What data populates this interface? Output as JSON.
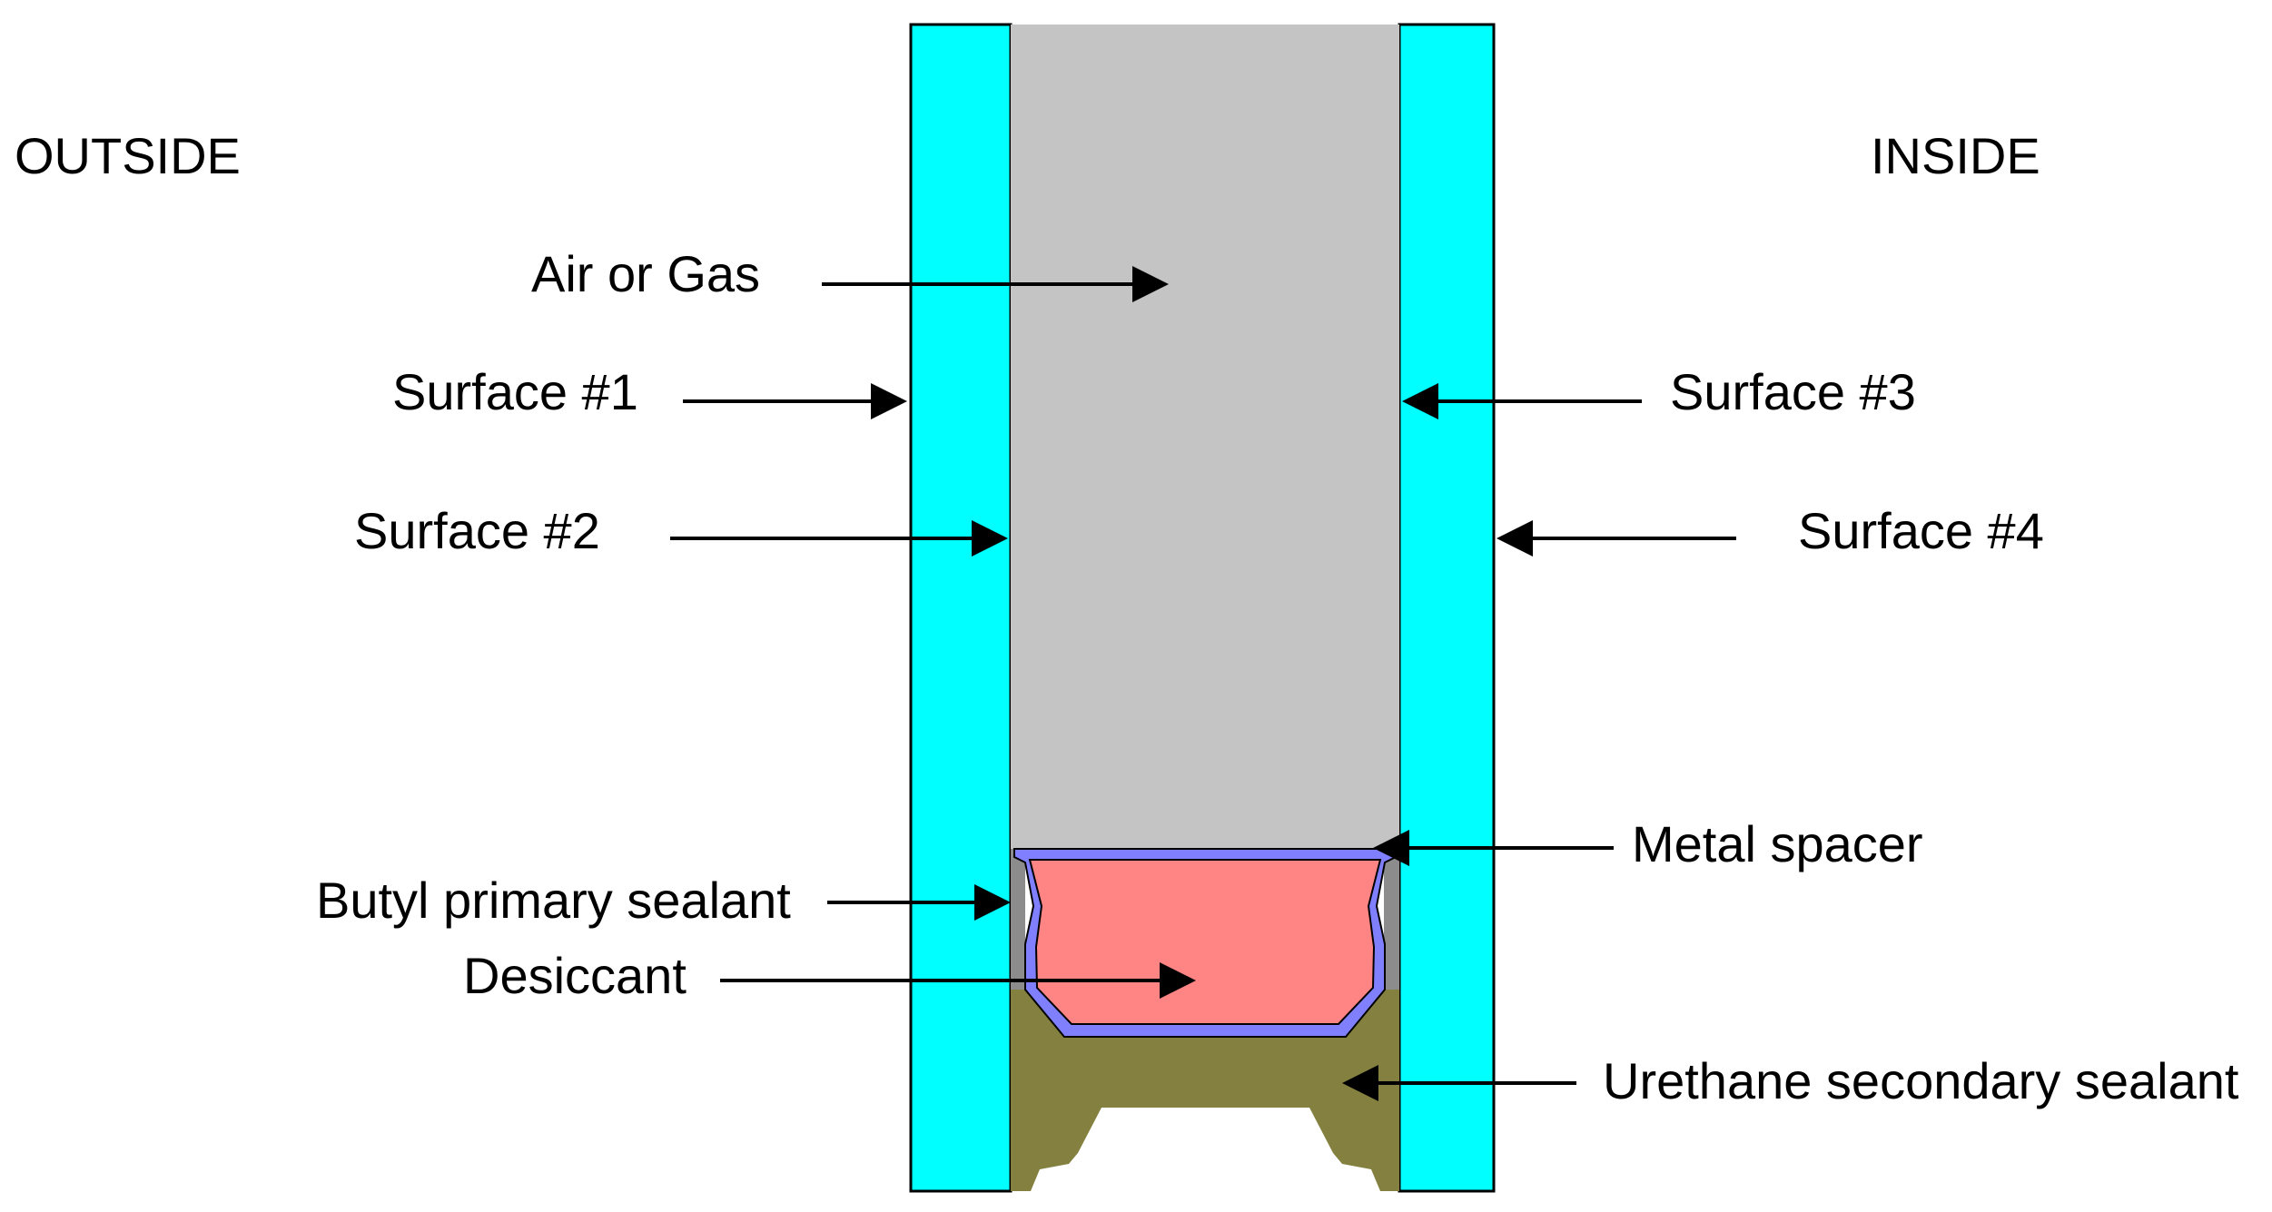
{
  "labels": {
    "outside": "OUTSIDE",
    "inside": "INSIDE",
    "air_or_gas": "Air or Gas",
    "surface_1": "Surface #1",
    "surface_2": "Surface #2",
    "surface_3": "Surface #3",
    "surface_4": "Surface #4",
    "metal_spacer": "Metal spacer",
    "butyl_primary_sealant": "Butyl primary sealant",
    "desiccant": "Desiccant",
    "urethane_secondary_sealant": "Urethane secondary sealant"
  },
  "colors": {
    "glass": "#00ffff",
    "air_gap": "#c4c4c4",
    "desiccant": "#ff8585",
    "metal_spacer": "#8080ff",
    "butyl_sealant": "#8c8c8c",
    "urethane_sealant": "#848140",
    "outline": "#000000",
    "text": "#000000"
  }
}
